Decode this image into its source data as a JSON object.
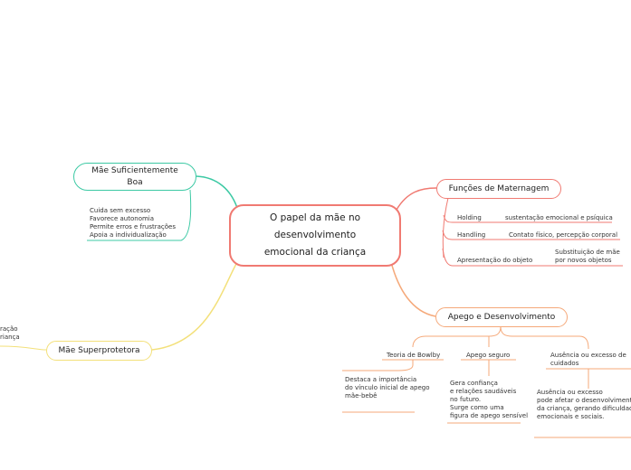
{
  "central": {
    "line1": "O papel da mãe no",
    "line2": "desenvolvimento",
    "line3": "emocional da criança"
  },
  "mae_suficiente": {
    "title_line1": "Mãe Suficientemente",
    "title_line2": "Boa",
    "items": [
      "Cuida sem excesso",
      "Favorece autonomia",
      "Permite erros e frustrações",
      "Apoia a individualização"
    ]
  },
  "funcoes": {
    "title": "Funções de Maternagem",
    "rows": [
      {
        "term": "Holding",
        "desc": "sustentação emocional e psíquica"
      },
      {
        "term": "Handling",
        "desc": "Contato físico, percepção corporal"
      },
      {
        "term": "Apresentação do objeto",
        "desc_line1": "Substituição de mãe",
        "desc_line2": "por novos objetos"
      }
    ]
  },
  "apego": {
    "title": "Apego e Desenvolvimento",
    "bowlby": {
      "title": "Teoria de Bowlby",
      "desc": [
        "Destaca a importância",
        "do vínculo inicial de apego",
        "mãe-bebê"
      ]
    },
    "seguro": {
      "title": "Apego seguro",
      "desc": [
        "Gera confiança",
        "e relações saudáveis",
        "no futuro.",
        "Surge como uma",
        "figura de apego sensível"
      ]
    },
    "ausencia": {
      "title_line1": "Ausência ou excesso de",
      "title_line2": "cuidados",
      "desc": [
        "Ausência ou excesso",
        "pode afetar o desenvolvimento",
        "da criança, gerando dificuldade",
        "emocionais e sociais."
      ]
    }
  },
  "superprotetora": {
    "title": "Mãe Superprotetora",
    "cut_items": [
      "ração",
      "riança"
    ]
  },
  "colors": {
    "central": "#f07a72",
    "green": "#3cc9a4",
    "red": "#f07a72",
    "orange": "#f5a97a",
    "yellow": "#f3e07a"
  }
}
